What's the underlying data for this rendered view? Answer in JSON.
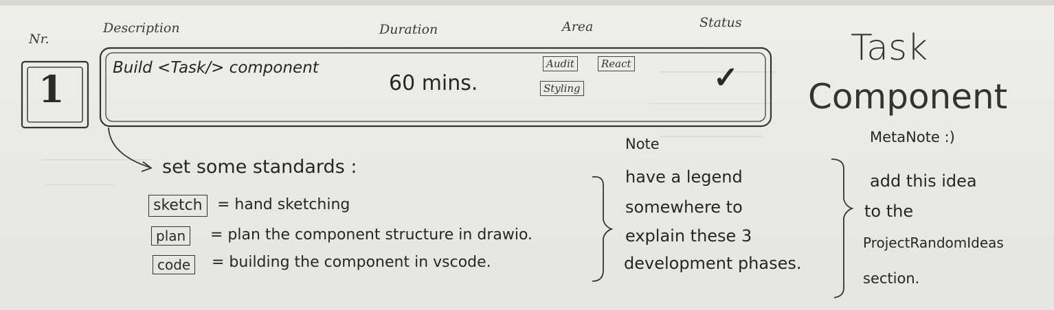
{
  "headers": {
    "nr": "Nr.",
    "description": "Description",
    "duration": "Duration",
    "area": "Area",
    "status": "Status"
  },
  "row": {
    "number": "1",
    "description": "Build <Task/> component",
    "duration": "60 mins.",
    "area_tags": [
      "Audit",
      "React",
      "Styling"
    ],
    "status_mark": "✓"
  },
  "title": {
    "line1": "Task",
    "line2": "Component"
  },
  "standards": {
    "heading": "set some standards :",
    "items": [
      {
        "key": "sketch",
        "desc": "= hand sketching"
      },
      {
        "key": "plan",
        "desc": "= plan the component structure in drawio."
      },
      {
        "key": "code",
        "desc": "= building the component in vscode."
      }
    ]
  },
  "note": {
    "label": "Note",
    "lines": [
      "have a legend",
      "somewhere to",
      "explain these 3",
      "development phases."
    ]
  },
  "meta_note": {
    "label": "MetaNote :)",
    "lines": [
      "add this idea",
      "to the",
      "ProjectRandomIdeas",
      "section."
    ]
  }
}
